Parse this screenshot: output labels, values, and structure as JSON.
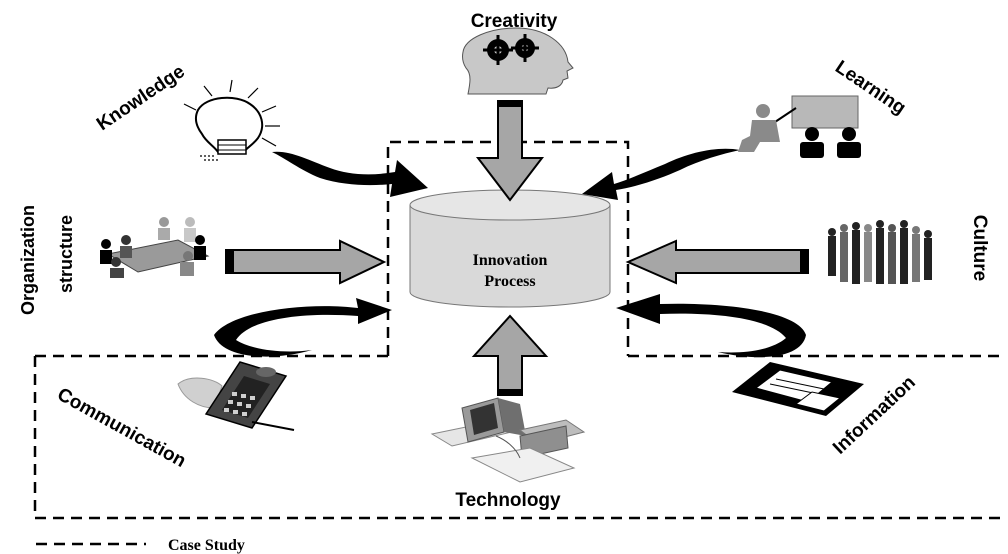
{
  "center": {
    "line1": "Innovation",
    "line2": "Process"
  },
  "factors": {
    "creativity": "Creativity",
    "knowledge": "Knowledge",
    "learning": "Learning",
    "organization_line1": "Organization",
    "organization_line2": "structure",
    "culture": "Culture",
    "communication": "Communication",
    "technology": "Technology",
    "information": "Information"
  },
  "legend": {
    "label": "Case Study"
  },
  "colors": {
    "arrow_fill": "#a6a6a6",
    "cylinder_fill": "#d9d9d9",
    "outline": "#000000"
  }
}
